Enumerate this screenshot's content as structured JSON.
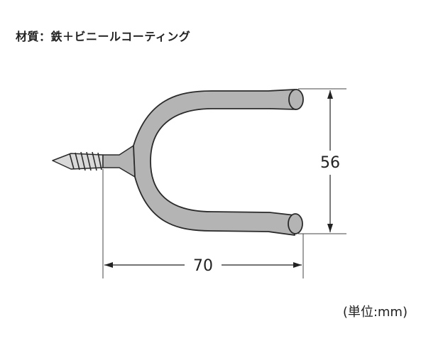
{
  "material": {
    "label": "材質",
    "separator": "：",
    "value": "鉄＋ビニールコーティング"
  },
  "dimensions": {
    "width": "70",
    "height": "56"
  },
  "unit_note": "(単位:mm)",
  "colors": {
    "hook_fill": "#b4b4b4",
    "outline": "#2a2a2a",
    "background": "#ffffff"
  }
}
